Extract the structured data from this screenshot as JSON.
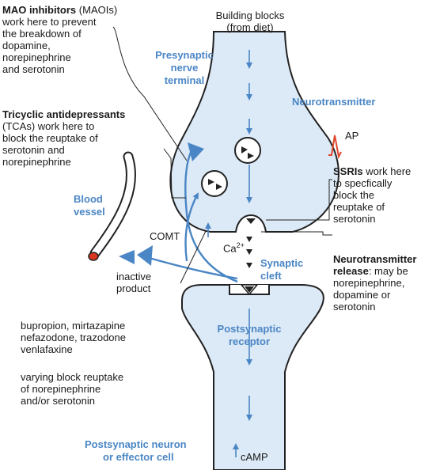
{
  "labels": {
    "mao_title": "MAO inhibitors",
    "mao_abbr": " (MAOIs)",
    "mao_lines": [
      "work here to prevent",
      "the breakdown of",
      "dopamine,",
      "norepinephrine",
      "and serotonin"
    ],
    "building_blocks": [
      "Building blocks",
      "(from diet)"
    ],
    "presynaptic": [
      "Presynaptic",
      "nerve",
      "terminal"
    ],
    "neurotransmitter": "Neurotransmitter",
    "tca_title": "Tricyclic antidepressants",
    "tca_abbr": "(TCAs)",
    "tca_lines": [
      " work here to",
      "block the reuptake of",
      "serotonin and",
      "norepinephrine"
    ],
    "ap": "AP",
    "ssri_title": "SSRIs",
    "ssri_rest": " work here",
    "ssri_lines": [
      "to specfically",
      "block the",
      "reuptake of",
      "serotonin"
    ],
    "blood_vessel": [
      "Blood",
      "vessel"
    ],
    "comt": "COMT",
    "ca": "Ca",
    "ca_sup": "2+",
    "synaptic_cleft": [
      "Synaptic",
      "cleft"
    ],
    "inactive_product": [
      "inactive",
      "product"
    ],
    "release_title": [
      "Neurotransmitter",
      "release"
    ],
    "release_rest": ": may be",
    "release_lines": [
      "norepinephrine,",
      "dopamine or",
      "serotonin"
    ],
    "drug_lines": [
      "bupropion, mirtazapine",
      "nefazodone, trazodone",
      "venlafaxine"
    ],
    "reuptake_lines": [
      "varying block reuptake",
      "of norepinephrine",
      "and/or serotonin"
    ],
    "postsynaptic_receptor": [
      "Postsynaptic",
      "receptor"
    ],
    "postsynaptic_neuron": [
      "Postsynaptic neuron",
      "or effector cell"
    ],
    "camp": "cAMP"
  },
  "colors": {
    "accent_blue": "#4a86c5",
    "cell_fill": "#dce9f6",
    "ap_red": "#e0452d",
    "outline": "#222222"
  }
}
